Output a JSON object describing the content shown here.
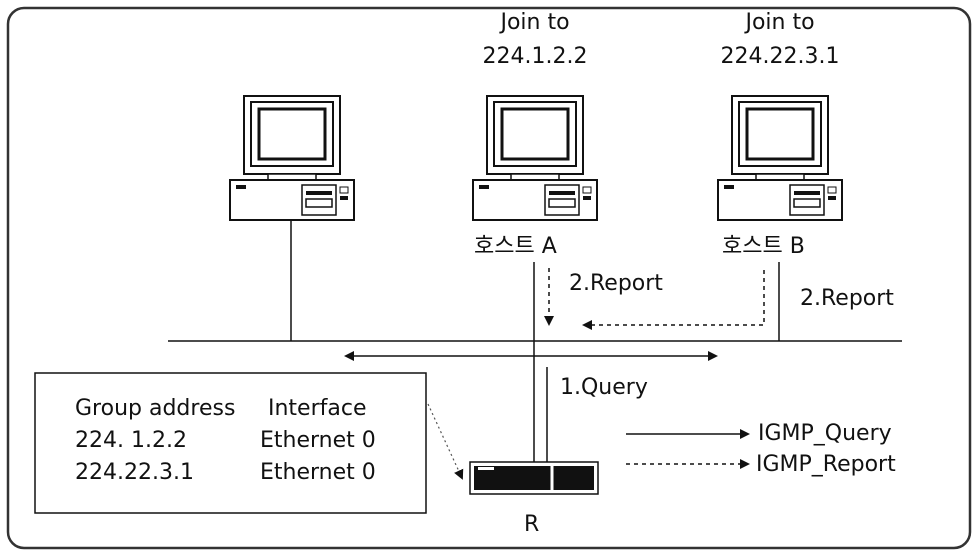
{
  "hosts": {
    "left": {
      "label": ""
    },
    "a": {
      "label": "호스트 A",
      "join_line1": "Join to",
      "join_line2": "224.1.2.2",
      "report": "2.Report"
    },
    "b": {
      "label": "호스트 B",
      "join_line1": "Join to",
      "join_line2": "224.22.3.1",
      "report": "2.Report"
    }
  },
  "router": {
    "label": "R",
    "query": "1.Query"
  },
  "table": {
    "header_group": "Group address",
    "header_interface": "Interface",
    "rows": [
      {
        "group": "224. 1.2.2",
        "interface": "Ethernet 0"
      },
      {
        "group": "224.22.3.1",
        "interface": "Ethernet 0"
      }
    ]
  },
  "legend": {
    "query": "IGMP_Query",
    "report": "IGMP_Report"
  }
}
